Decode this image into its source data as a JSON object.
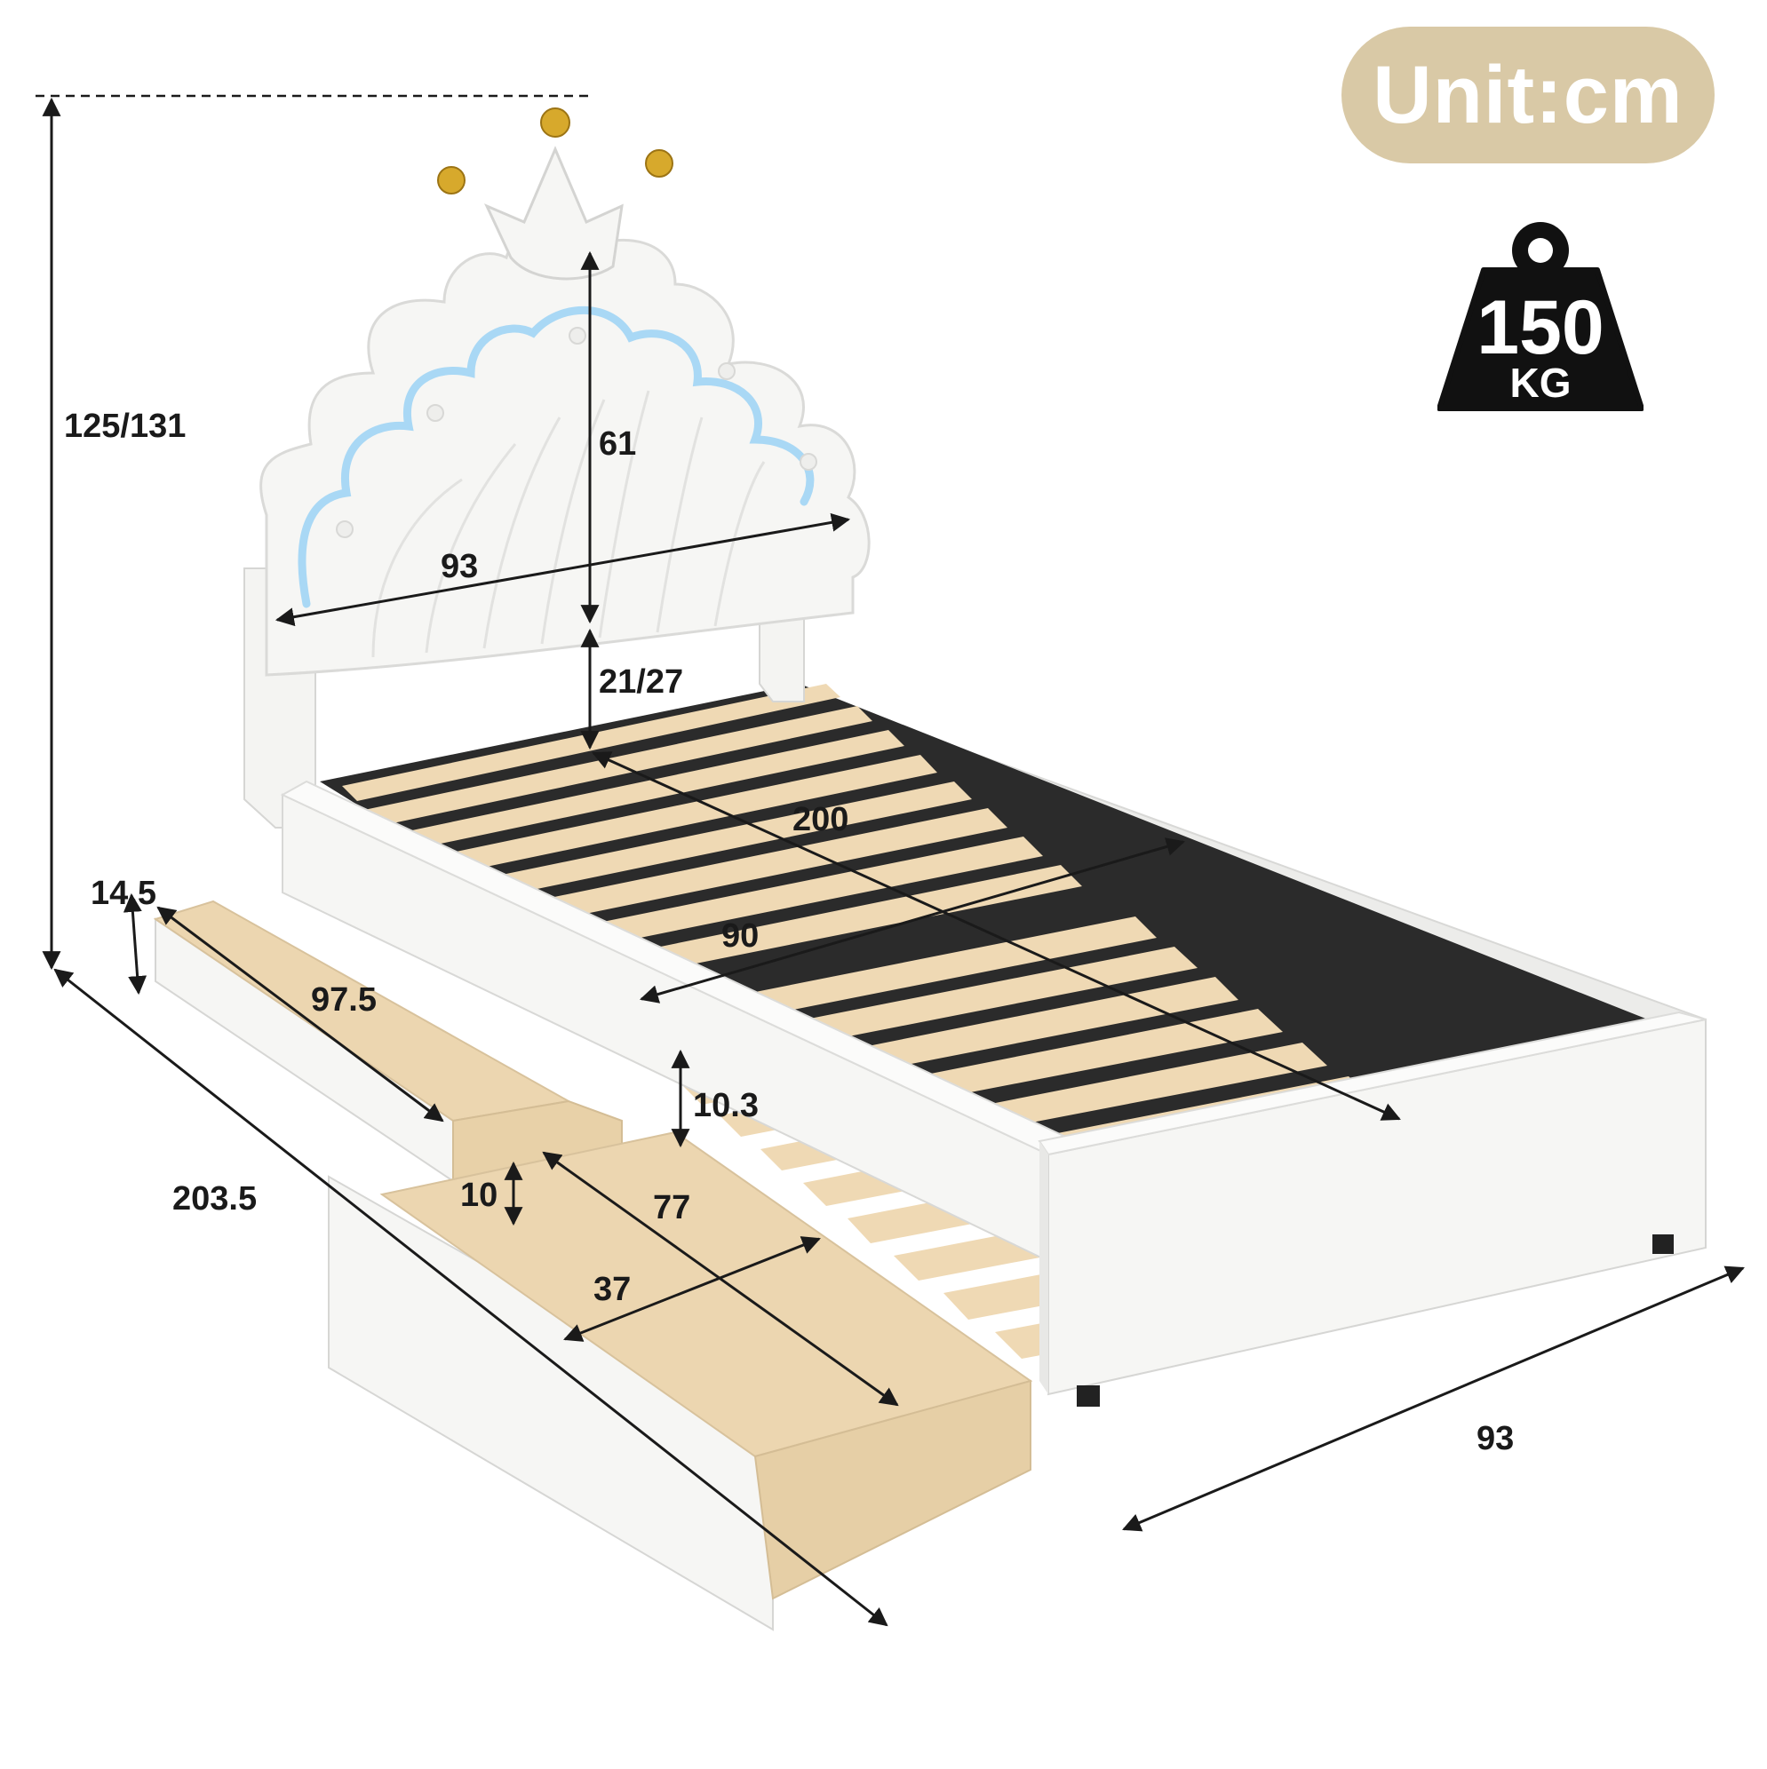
{
  "unit_label": "Unit:cm",
  "weight": {
    "value": "150",
    "unit": "KG",
    "icon": "weight-icon"
  },
  "dimensions": {
    "total_height": "125/131",
    "headboard_height": "61",
    "headboard_width": "93",
    "leg_clearance": "21/27",
    "bed_length": "200",
    "slat_width": "90",
    "drawer_front_height": "14.5",
    "drawer_front_length": "97.5",
    "overall_length": "203.5",
    "rail_height": "10.3",
    "drawer_inner_height": "10",
    "drawer_inner_length": "77",
    "drawer_inner_width": "37",
    "overall_width": "93"
  },
  "colors": {
    "badge": "#d9c9a6",
    "weight_icon": "#111111",
    "frame": "#f4f4f2",
    "wood": "#efd9b4"
  }
}
